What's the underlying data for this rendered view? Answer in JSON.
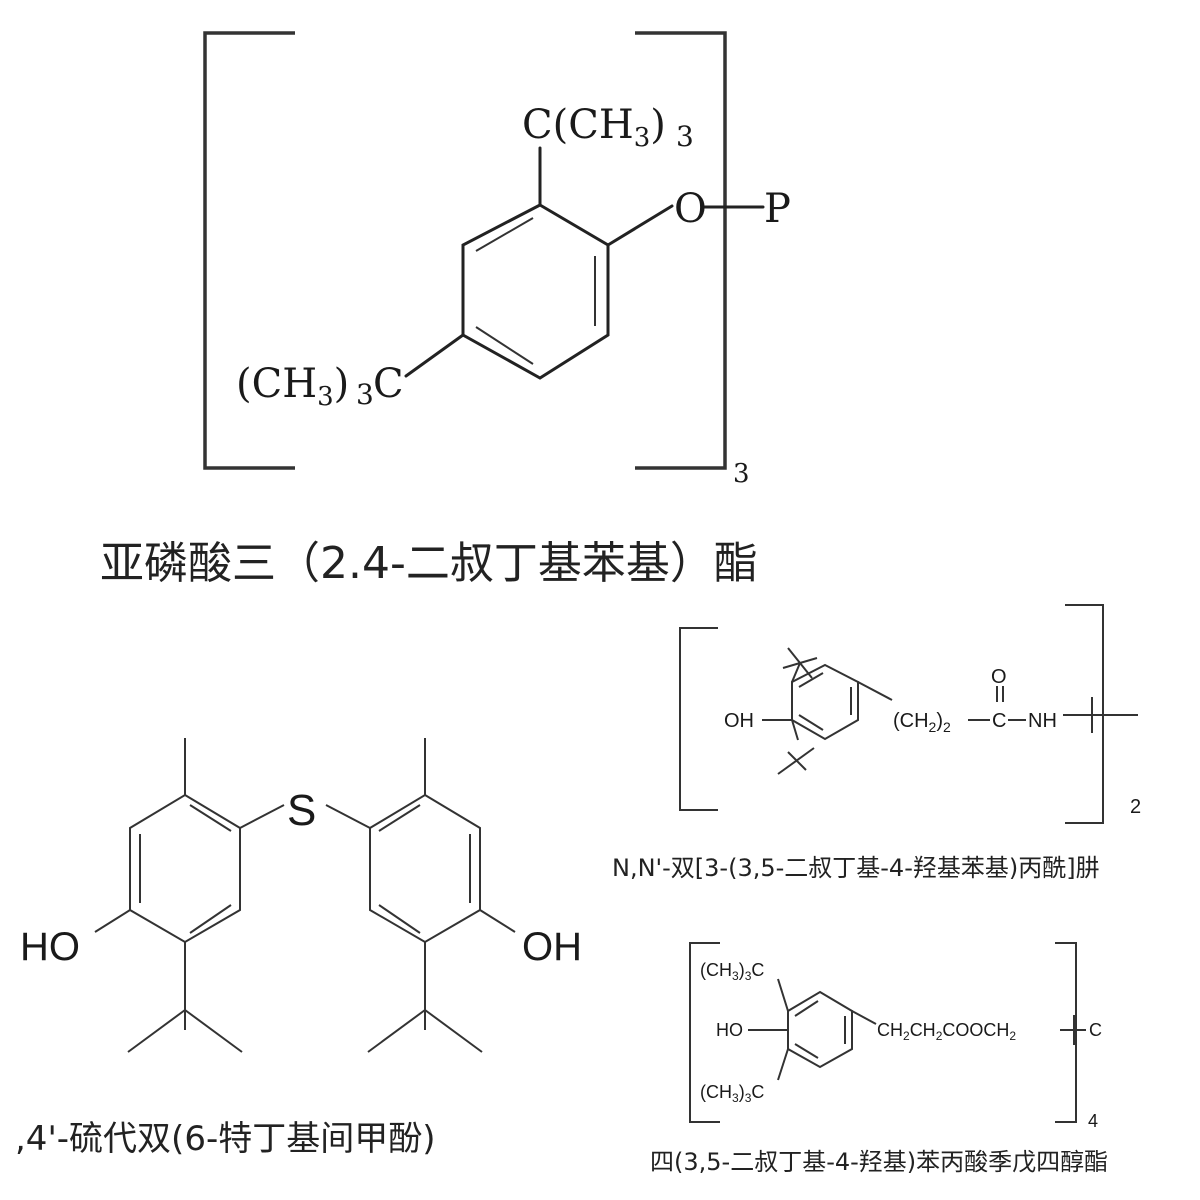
{
  "structures": [
    {
      "id": "phosphite",
      "groups": {
        "top_tbu": "C(CH",
        "top_tbu_sub": "3",
        "top_tbu_close": ")",
        "top_tbu_count": "3",
        "oxygen": "O",
        "phosphorus": "P",
        "left_tbu_open": "(CH",
        "left_tbu_sub": "3",
        "left_tbu_close": ")",
        "left_tbu_count": "3",
        "left_tbu_c": "C",
        "repeat": "3"
      },
      "caption": "亚磷酸三（2.4-二叔丁基苯基）酯"
    },
    {
      "id": "hydrazine",
      "groups": {
        "oh": "OH",
        "chain_open": "(CH",
        "chain_sub": "2",
        "chain_close": ")",
        "chain_count": "2",
        "carbonyl_c": "C",
        "carbonyl_o": "O",
        "nh": "NH",
        "repeat": "2"
      },
      "caption": "N,N'-双[3-(3,5-二叔丁基-4-羟基苯基)丙酰]肼"
    },
    {
      "id": "thiobis",
      "groups": {
        "sulfur": "S",
        "left_oh": "HO",
        "right_oh": "OH"
      },
      "caption": ",4'-硫代双(6-特丁基间甲酚)"
    },
    {
      "id": "pentaerythritol",
      "groups": {
        "top_tbu": "(CH",
        "top_tbu_sub": "3",
        "top_tbu_close": ")",
        "top_tbu_count": "3",
        "top_tbu_c": "C",
        "ho": "HO",
        "chain": "CH",
        "chain_sub1": "2",
        "chain_mid": "CH",
        "chain_sub2": "2",
        "chain_mid2": "COOCH",
        "chain_sub3": "2",
        "center_c": "C",
        "bottom_tbu": "(CH",
        "bottom_tbu_sub": "3",
        "bottom_tbu_close": ")",
        "bottom_tbu_count": "3",
        "bottom_tbu_c": "C",
        "repeat": "4"
      },
      "caption": "四(3,5-二叔丁基-4-羟基)苯丙酸季戊四醇酯"
    }
  ]
}
